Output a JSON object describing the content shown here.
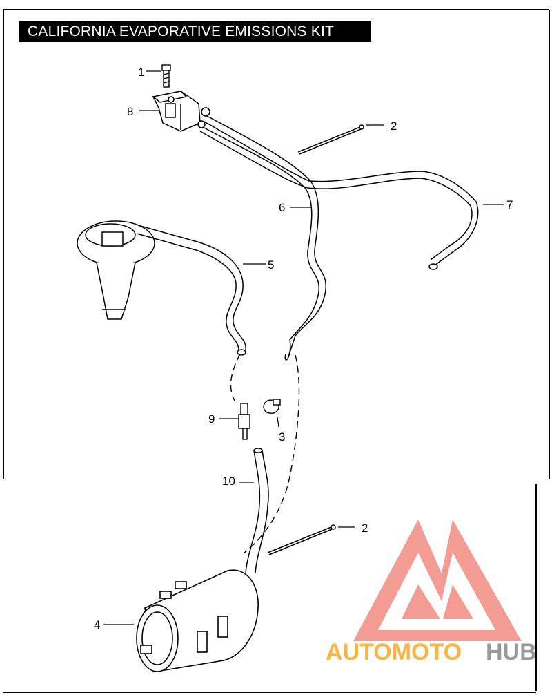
{
  "title": "CALIFORNIA EVAPORATIVE EMISSIONS KIT",
  "callouts": [
    {
      "id": "c1",
      "label": "1"
    },
    {
      "id": "c2a",
      "label": "2"
    },
    {
      "id": "c2b",
      "label": "2"
    },
    {
      "id": "c3",
      "label": "3"
    },
    {
      "id": "c4",
      "label": "4"
    },
    {
      "id": "c5",
      "label": "5"
    },
    {
      "id": "c6",
      "label": "6"
    },
    {
      "id": "c7",
      "label": "7"
    },
    {
      "id": "c8",
      "label": "8"
    },
    {
      "id": "c9",
      "label": "9"
    },
    {
      "id": "c10",
      "label": "10"
    }
  ],
  "watermark": {
    "text_orange": "AUTOMOTO",
    "text_gray": "HUB",
    "color_orange": "#f7b544",
    "color_gray": "#9a9a9a",
    "color_logo": "#f28b82"
  }
}
